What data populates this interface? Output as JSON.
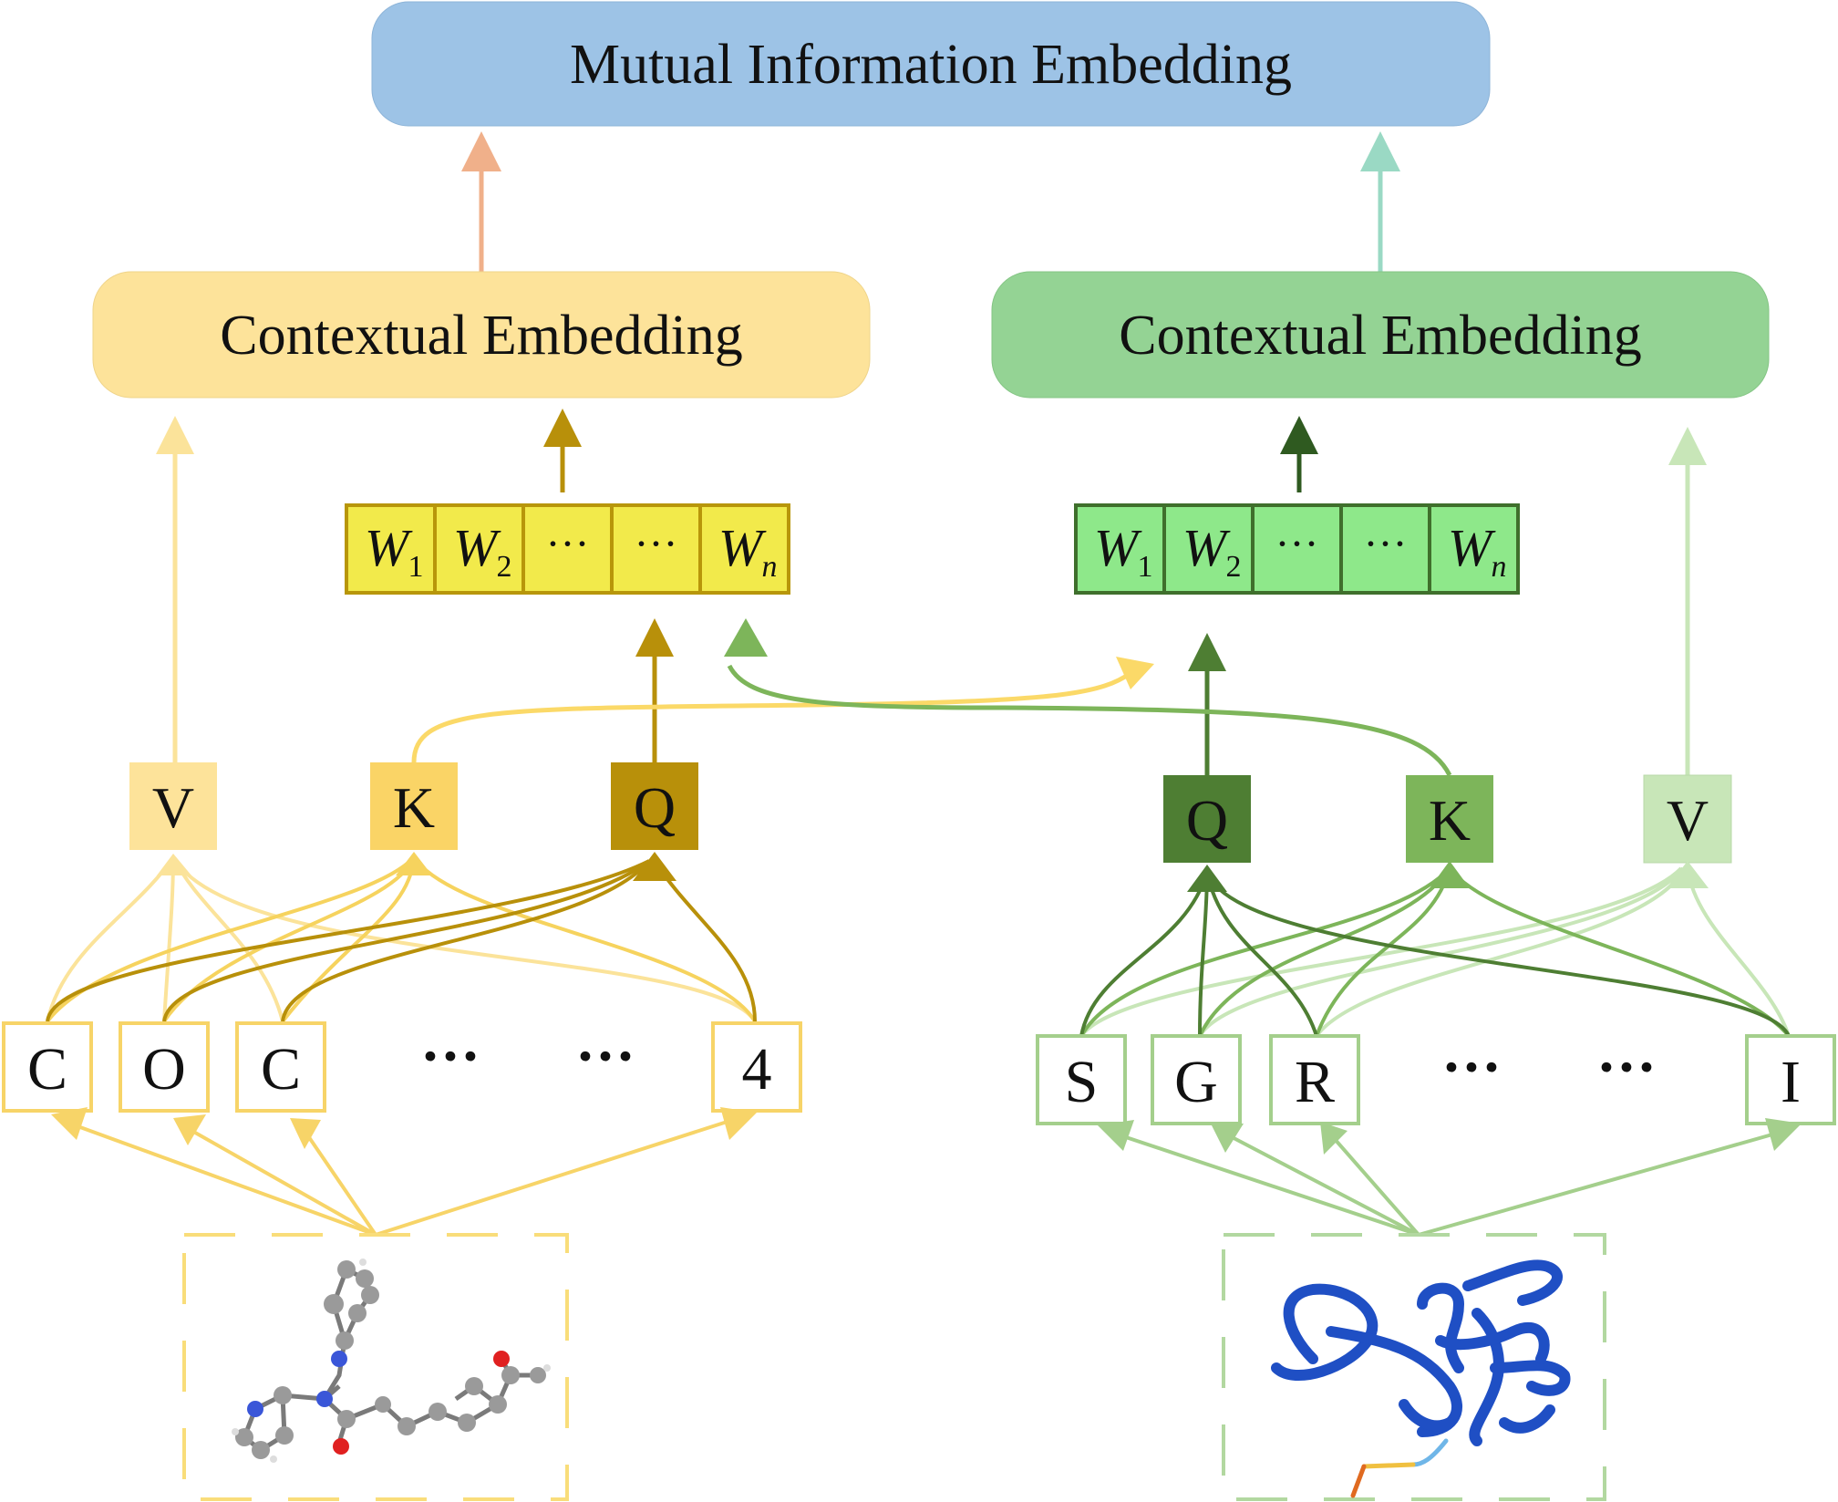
{
  "top_box": {
    "label": "Mutual Information Embedding",
    "color": "#9dc3e6"
  },
  "left": {
    "context_label": "Contextual Embedding",
    "context_color": "#fde39a",
    "weights": [
      {
        "base": "W",
        "sub": "1"
      },
      {
        "base": "W",
        "sub": "2"
      },
      {
        "base": "···",
        "sub": ""
      },
      {
        "base": "···",
        "sub": ""
      },
      {
        "base": "W",
        "sub": "n"
      }
    ],
    "weights_fill": "#f2ea4b",
    "weights_stroke": "#b8960a",
    "v_label": "V",
    "k_label": "K",
    "q_label": "Q",
    "tokens": [
      "C",
      "O",
      "C",
      "4"
    ],
    "ellipsis": [
      "···",
      "···"
    ],
    "input_picture": "molecule-ball-and-stick"
  },
  "right": {
    "context_label": "Contextual Embedding",
    "context_color": "#94d394",
    "weights": [
      {
        "base": "W",
        "sub": "1"
      },
      {
        "base": "W",
        "sub": "2"
      },
      {
        "base": "···",
        "sub": ""
      },
      {
        "base": "···",
        "sub": ""
      },
      {
        "base": "W",
        "sub": "n"
      }
    ],
    "weights_fill": "#8ee88a",
    "weights_stroke": "#3f6f2c",
    "q_label": "Q",
    "k_label": "K",
    "v_label": "V",
    "tokens": [
      "S",
      "G",
      "R",
      "I"
    ],
    "ellipsis": [
      "···",
      "···"
    ],
    "input_picture": "protein-ribbon"
  },
  "colors": {
    "gold_dark": "#b8900a",
    "gold_mid": "#f5cf55",
    "gold_light": "#fbe39a",
    "green_dark": "#4e7e33",
    "green_mid": "#7db55a",
    "green_light": "#c2e3b2",
    "arrow_orange": "#f0b08a",
    "arrow_teal": "#9ad9c4"
  }
}
